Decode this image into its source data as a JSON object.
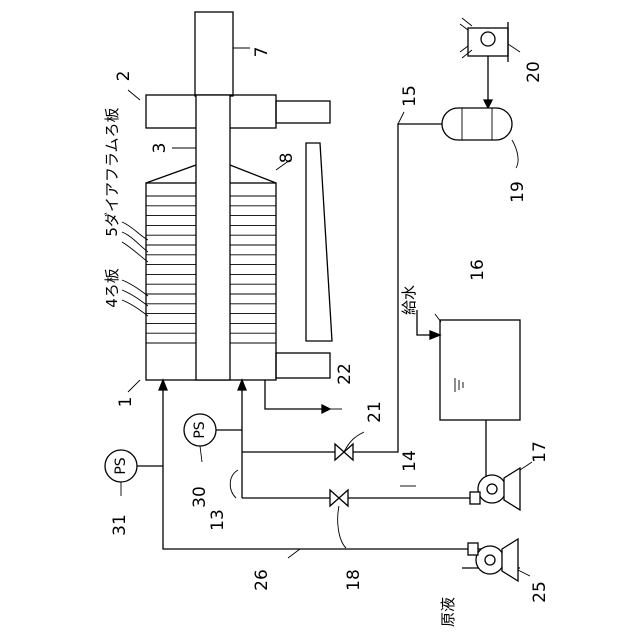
{
  "labels": {
    "n1": "1",
    "n2": "2",
    "n3": "3",
    "n7": "7",
    "n8": "8",
    "n13": "13",
    "n14": "14",
    "n15": "15",
    "n16": "16",
    "n17": "17",
    "n18": "18",
    "n19": "19",
    "n20": "20",
    "n21": "21",
    "n22": "22",
    "n25": "25",
    "n26": "26",
    "n30": "30",
    "n31": "31",
    "diaphragm_plate": "5ダイアフラムろ板",
    "filter_plate": "4ろ板",
    "water_supply": "給水",
    "raw_liquid": "原液",
    "ps_30": "PS",
    "ps_31": "PS"
  }
}
